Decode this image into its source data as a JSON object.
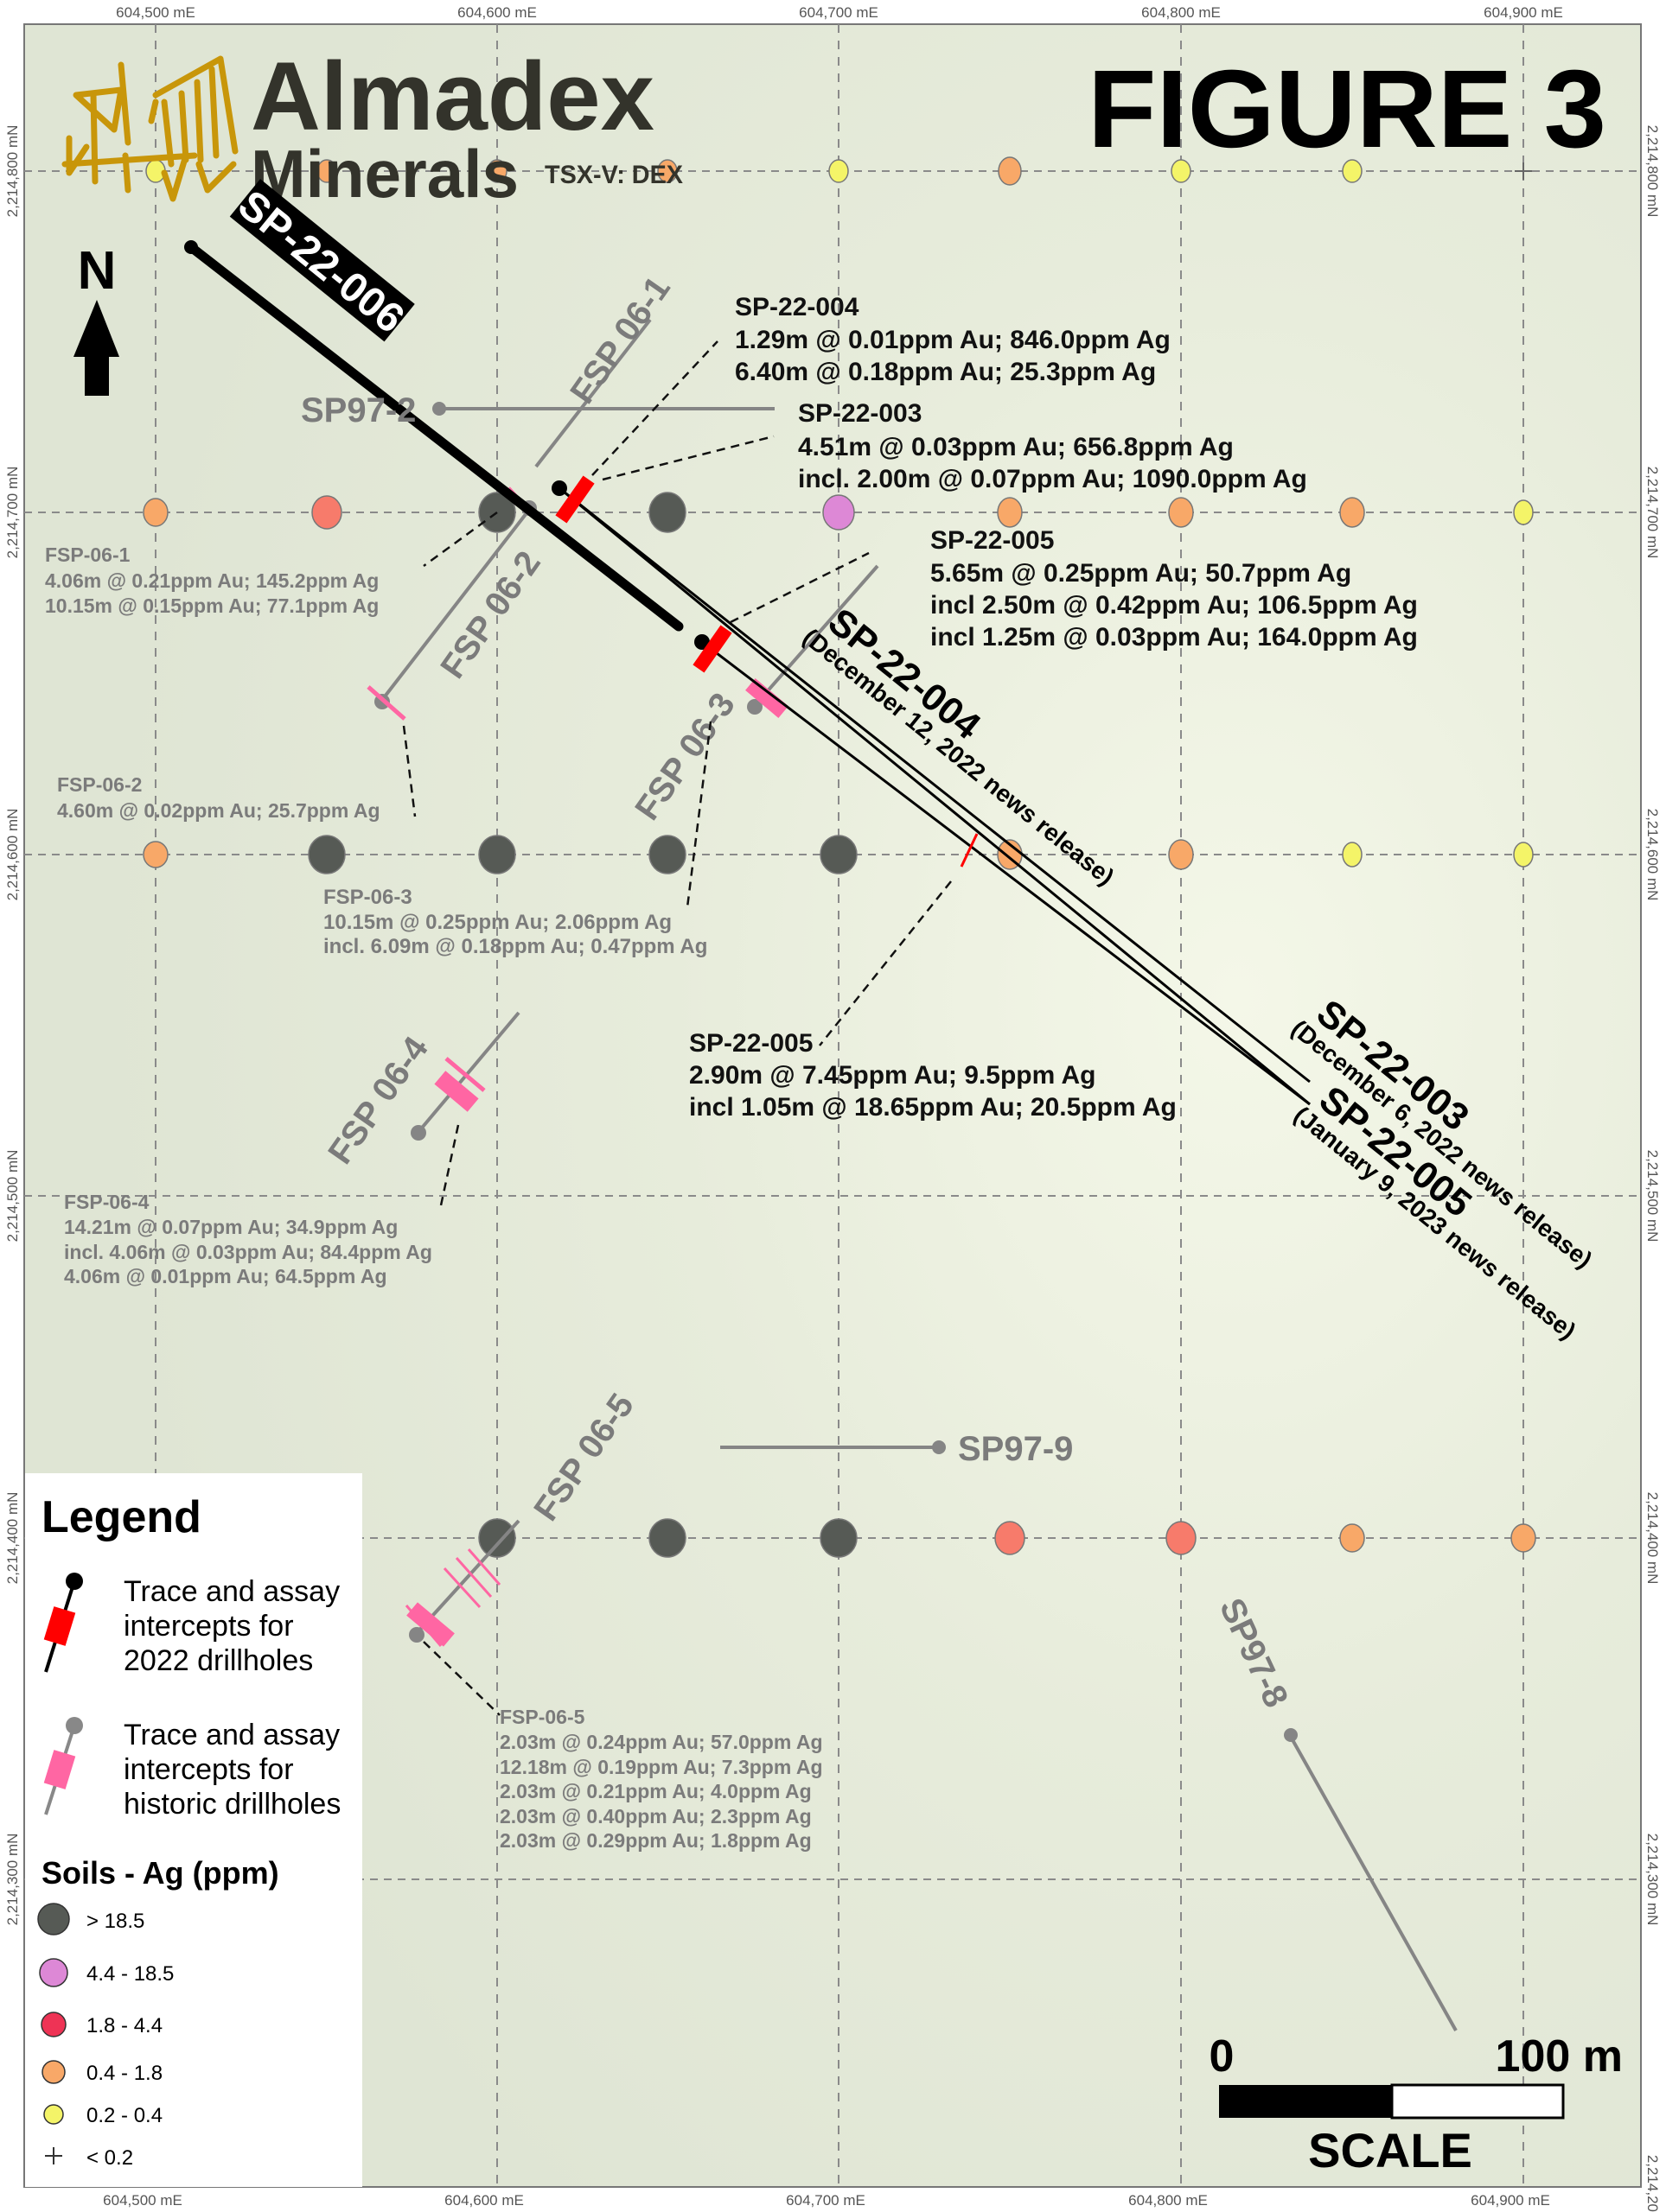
{
  "header": {
    "company_line1": "Almadex",
    "company_line2": "Minerals",
    "ticker": "TSX-V: DEX",
    "figure_title": "FIGURE 3"
  },
  "north_arrow": {
    "label": "N"
  },
  "axes": {
    "easting_labels": [
      "604,500 mE",
      "604,600 mE",
      "604,700 mE",
      "604,800 mE",
      "604,900 mE"
    ],
    "northing_labels": [
      "2,214,800 mN",
      "2,214,700 mN",
      "2,214,600 mN",
      "2,214,500 mN",
      "2,214,400 mN",
      "2,214,300 mN"
    ],
    "northing_partial_bottom": "2,214,20"
  },
  "drillholes_2022": {
    "sp22006": {
      "label": "SP-22-006"
    },
    "sp22004_trace": {
      "label": "SP-22-004",
      "note": "(December 12, 2022 news release)"
    },
    "sp22003_trace": {
      "label": "SP-22-003",
      "note": "(December 6, 2022 news release)"
    },
    "sp22005_trace": {
      "label": "SP-22-005",
      "note": "(January 9, 2023 news release)"
    }
  },
  "annotations_2022": [
    {
      "title": "SP-22-004",
      "lines": [
        "1.29m @ 0.01ppm Au; 846.0ppm Ag",
        "6.40m @ 0.18ppm Au; 25.3ppm Ag"
      ]
    },
    {
      "title": "SP-22-003",
      "lines": [
        "4.51m @ 0.03ppm Au; 656.8ppm Ag",
        "incl. 2.00m @ 0.07ppm Au; 1090.0ppm Ag"
      ]
    },
    {
      "title": "SP-22-005",
      "lines": [
        "5.65m @ 0.25ppm Au; 50.7ppm Ag",
        "incl 2.50m @ 0.42ppm Au; 106.5ppm Ag",
        "incl 1.25m @ 0.03ppm Au; 164.0ppm Ag"
      ]
    },
    {
      "title": "SP-22-005",
      "lines": [
        "2.90m @ 7.45ppm Au; 9.5ppm Ag",
        "incl 1.05m @ 18.65ppm Au; 20.5ppm Ag"
      ]
    }
  ],
  "historic_holes": {
    "fsp061": "FSP 06-1",
    "fsp062": "FSP 06-2",
    "fsp063": "FSP 06-3",
    "fsp064": "FSP 06-4",
    "fsp065": "FSP 06-5",
    "sp972": "SP97-2",
    "sp979": "SP97-9",
    "sp978": "SP97-8"
  },
  "annotations_historic": [
    {
      "title": "FSP-06-1",
      "lines": [
        "4.06m @ 0.21ppm Au; 145.2ppm Ag",
        "10.15m @ 0.15ppm Au; 77.1ppm Ag"
      ]
    },
    {
      "title": "FSP-06-2",
      "lines": [
        "4.60m @ 0.02ppm Au; 25.7ppm Ag"
      ]
    },
    {
      "title": "FSP-06-3",
      "lines": [
        "10.15m @ 0.25ppm Au; 2.06ppm Ag",
        "incl. 6.09m @ 0.18ppm Au; 0.47ppm Ag"
      ]
    },
    {
      "title": "FSP-06-4",
      "lines": [
        "14.21m @ 0.07ppm Au; 34.9ppm Ag",
        "incl. 4.06m @ 0.03ppm Au; 84.4ppm Ag",
        "4.06m @ 0.01ppm Au; 64.5ppm Ag"
      ]
    },
    {
      "title": "FSP-06-5",
      "lines": [
        "2.03m @ 0.24ppm Au; 57.0ppm Ag",
        "12.18m @ 0.19ppm Au; 7.3ppm Ag",
        "2.03m @ 0.21ppm Au; 4.0ppm Ag",
        "2.03m @ 0.40ppm Au; 2.3ppm Ag",
        "2.03m @ 0.29ppm Au; 1.8ppm Ag"
      ]
    }
  ],
  "legend": {
    "title": "Legend",
    "item_2022": [
      "Trace and assay",
      "intercepts for",
      "2022 drillholes"
    ],
    "item_historic": [
      "Trace and assay",
      "intercepts for",
      "historic drillholes"
    ],
    "soils_title": "Soils - Ag (ppm)",
    "soil_classes": [
      {
        "label": "> 18.5",
        "color": "#565a55"
      },
      {
        "label": "4.4 - 18.5",
        "color": "#dd88d6"
      },
      {
        "label": "1.8 - 4.4",
        "color": "#ee3355"
      },
      {
        "label": "0.4 - 1.8",
        "color": "#f8a868"
      },
      {
        "label": "0.2 - 0.4",
        "color": "#f4f468"
      },
      {
        "label": "< 0.2",
        "color": "#444444"
      }
    ]
  },
  "scale_bar": {
    "start": "0",
    "end": "100 m",
    "title": "SCALE"
  },
  "colors": {
    "map_bg": "#e3e8d6",
    "logo_gold": "#c8960a",
    "logo_text": "#33332b",
    "intercept_2022": "#ff0000",
    "intercept_historic": "#ff66a3",
    "historic_trace": "#858585",
    "soil_red_map": "#f77b6b"
  }
}
